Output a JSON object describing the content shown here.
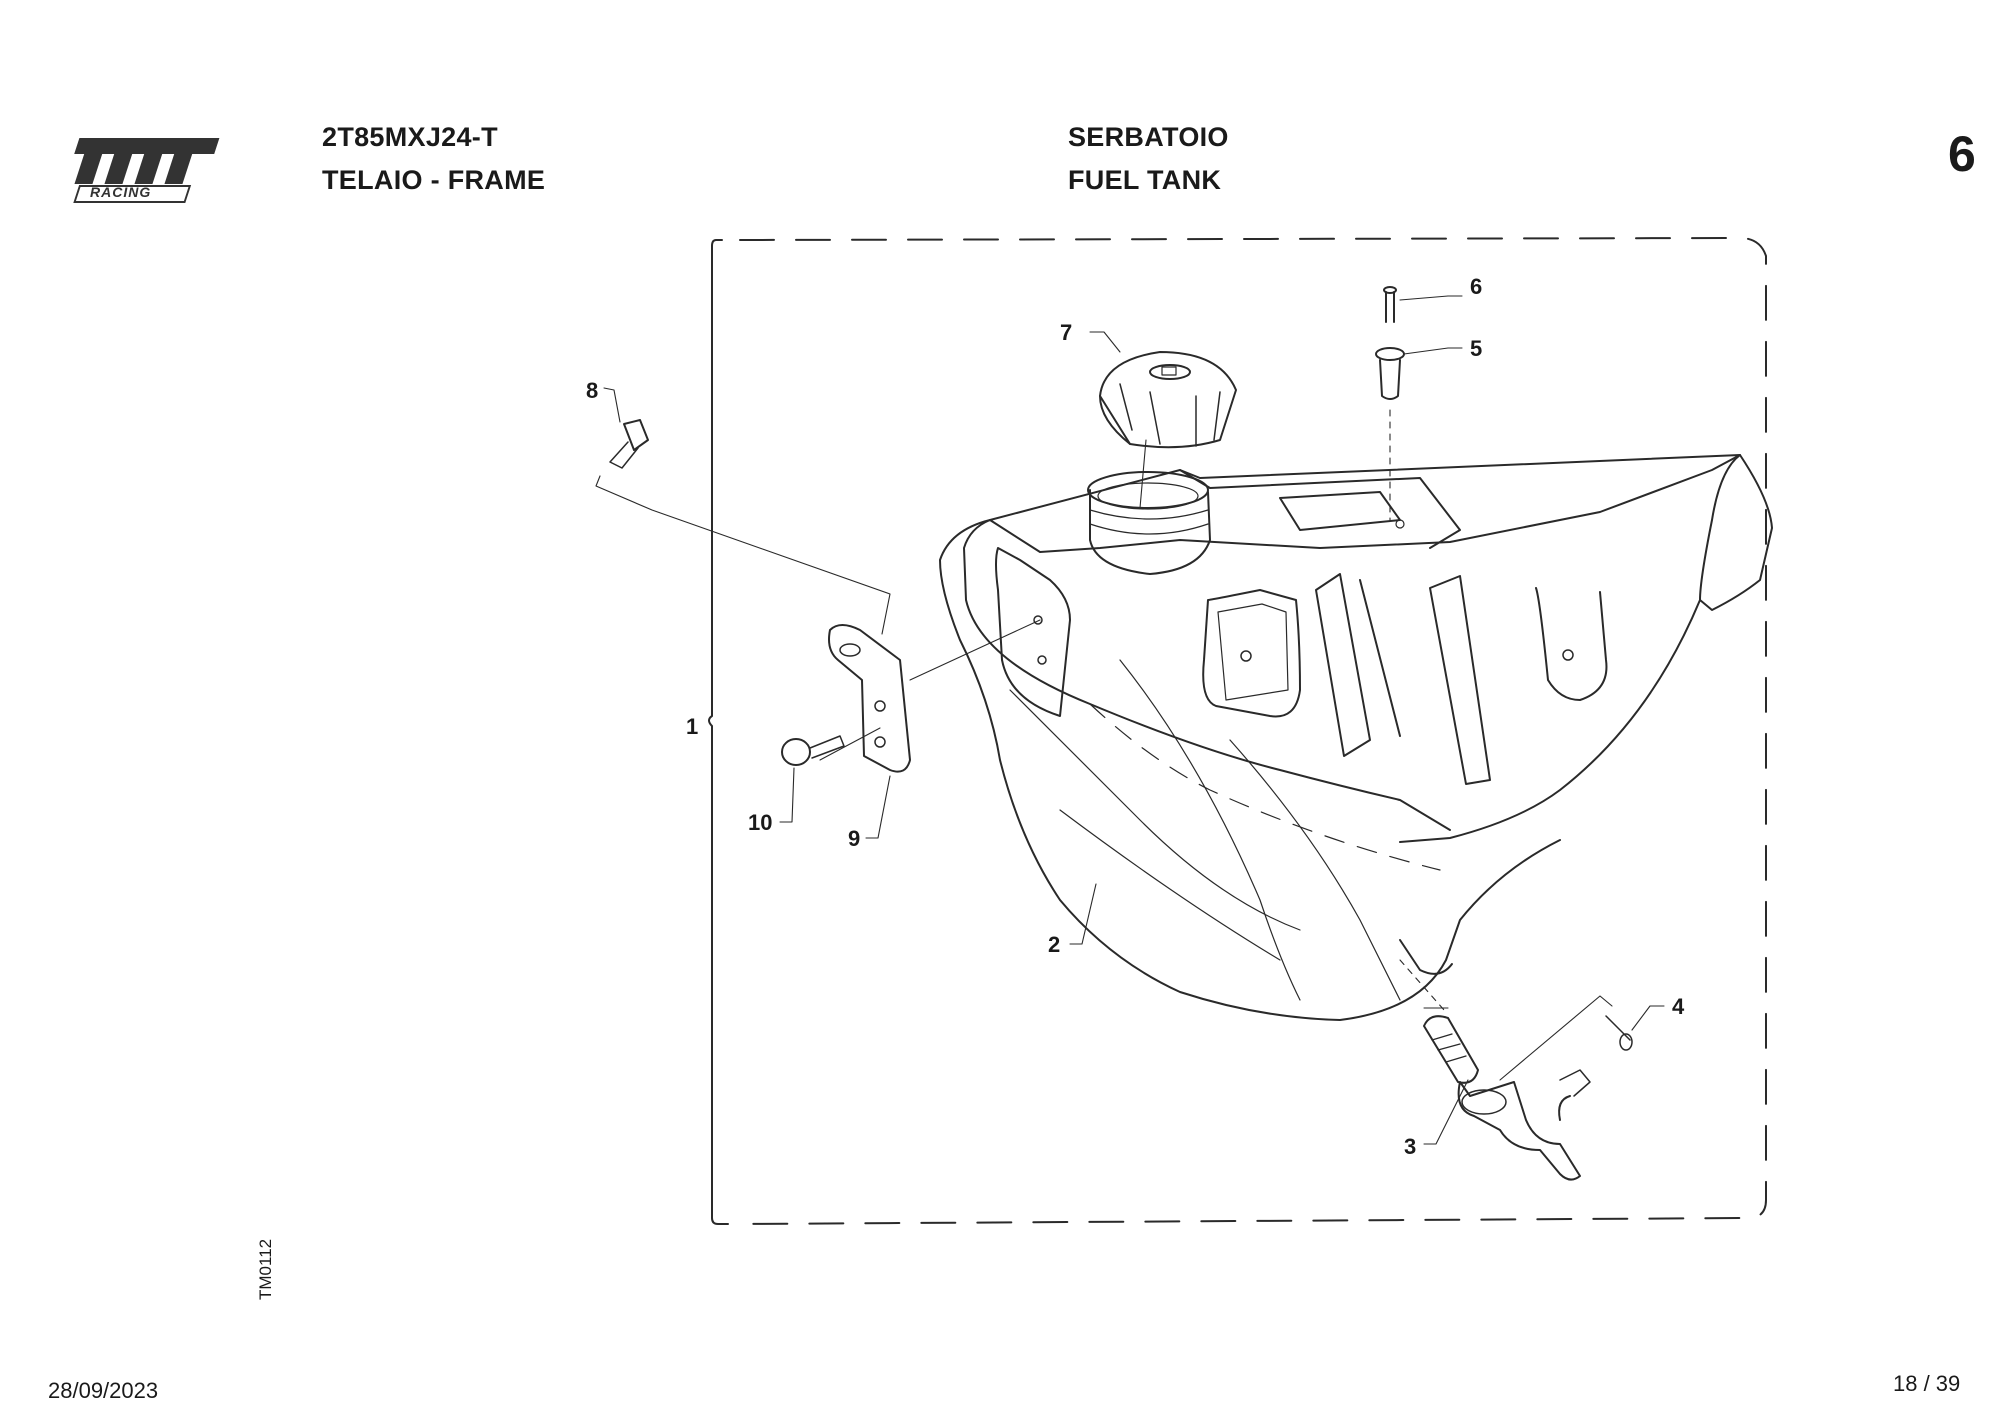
{
  "brand": {
    "logo_text": "tm",
    "logo_sub": "RACING"
  },
  "header": {
    "model": "2T85MXJ24-T",
    "group_it_en": "TELAIO - FRAME",
    "title_it": "SERBATOIO",
    "title_en": "FUEL TANK",
    "page_group": "6"
  },
  "diagram": {
    "callouts": [
      {
        "id": "1",
        "label": "1"
      },
      {
        "id": "2",
        "label": "2"
      },
      {
        "id": "3",
        "label": "3"
      },
      {
        "id": "4",
        "label": "4"
      },
      {
        "id": "5",
        "label": "5"
      },
      {
        "id": "6",
        "label": "6"
      },
      {
        "id": "7",
        "label": "7"
      },
      {
        "id": "8",
        "label": "8"
      },
      {
        "id": "9",
        "label": "9"
      },
      {
        "id": "10",
        "label": "10"
      }
    ],
    "drawing_code": "TM0112"
  },
  "footer": {
    "date": "28/09/2023",
    "page": "18 / 39"
  }
}
